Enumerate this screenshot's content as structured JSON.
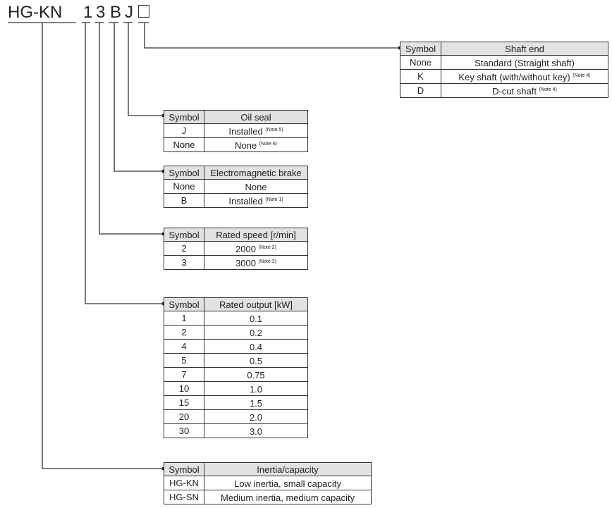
{
  "model": {
    "parts": [
      "HG-KN",
      "1",
      "3",
      "B",
      "J"
    ],
    "box": "□"
  },
  "tables": {
    "shaft": {
      "h1": "Symbol",
      "h2": "Shaft end",
      "rows": [
        [
          "None",
          "Standard (Straight shaft)",
          ""
        ],
        [
          "K",
          "Key shaft (with/without key)",
          "(Note 4)"
        ],
        [
          "D",
          "D-cut shaft",
          "(Note 4)"
        ]
      ]
    },
    "oil": {
      "h1": "Symbol",
      "h2": "Oil seal",
      "rows": [
        [
          "J",
          "Installed",
          "(Note 5)"
        ],
        [
          "None",
          "None",
          "(Note 6)"
        ]
      ]
    },
    "brake": {
      "h1": "Symbol",
      "h2": "Electromagnetic brake",
      "rows": [
        [
          "None",
          "None",
          ""
        ],
        [
          "B",
          "Installed",
          "(Note 1)"
        ]
      ]
    },
    "speed": {
      "h1": "Symbol",
      "h2": "Rated speed [r/min]",
      "rows": [
        [
          "2",
          "2000",
          "(Note 2)"
        ],
        [
          "3",
          "3000",
          "(Note 3)"
        ]
      ]
    },
    "output": {
      "h1": "Symbol",
      "h2": "Rated output [kW]",
      "rows": [
        [
          "1",
          "0.1",
          ""
        ],
        [
          "2",
          "0.2",
          ""
        ],
        [
          "4",
          "0.4",
          ""
        ],
        [
          "5",
          "0.5",
          ""
        ],
        [
          "7",
          "0.75",
          ""
        ],
        [
          "10",
          "1.0",
          ""
        ],
        [
          "15",
          "1.5",
          ""
        ],
        [
          "20",
          "2.0",
          ""
        ],
        [
          "30",
          "3.0",
          ""
        ]
      ]
    },
    "inertia": {
      "h1": "Symbol",
      "h2": "Inertia/capacity",
      "rows": [
        [
          "HG-KN",
          "Low inertia, small capacity",
          ""
        ],
        [
          "HG-SN",
          "Medium inertia, medium capacity",
          ""
        ]
      ]
    }
  }
}
